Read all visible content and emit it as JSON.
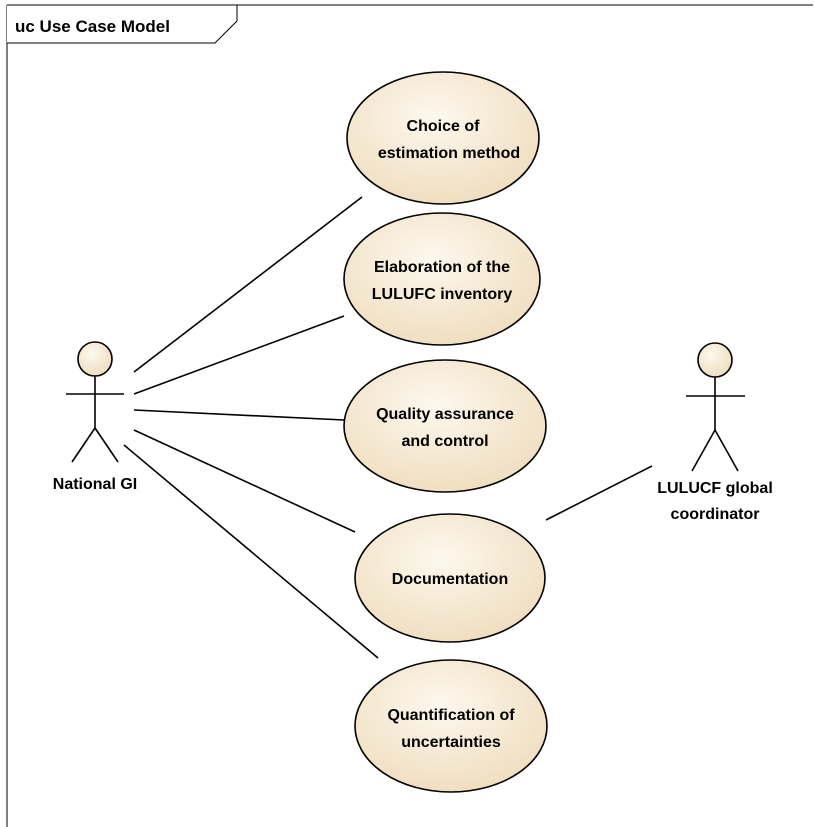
{
  "frame": {
    "title": "uc Use Case Model"
  },
  "actors": [
    {
      "id": "national-gi",
      "name": "National GI"
    },
    {
      "id": "lulucf-coordinator",
      "name_line1": "LULUCF global",
      "name_line2": "coordinator"
    }
  ],
  "use_cases": [
    {
      "id": "choice-of-estimation-method",
      "line1": "Choice of",
      "line2": "estimation method"
    },
    {
      "id": "elaboration-of-inventory",
      "line1": "Elaboration of the",
      "line2": "LULUFC inventory"
    },
    {
      "id": "quality-assurance",
      "line1": "Quality assurance",
      "line2": "and control"
    },
    {
      "id": "documentation",
      "line1": "Documentation"
    },
    {
      "id": "quantification-of-uncertainties",
      "line1": "Quantification of",
      "line2": "uncertainties"
    }
  ],
  "colors": {
    "use_case_fill": "#f3e6cf",
    "use_case_gradient_light": "#fdf8ee",
    "actor_head_fill": "#f3e6cf",
    "line": "#000000"
  }
}
